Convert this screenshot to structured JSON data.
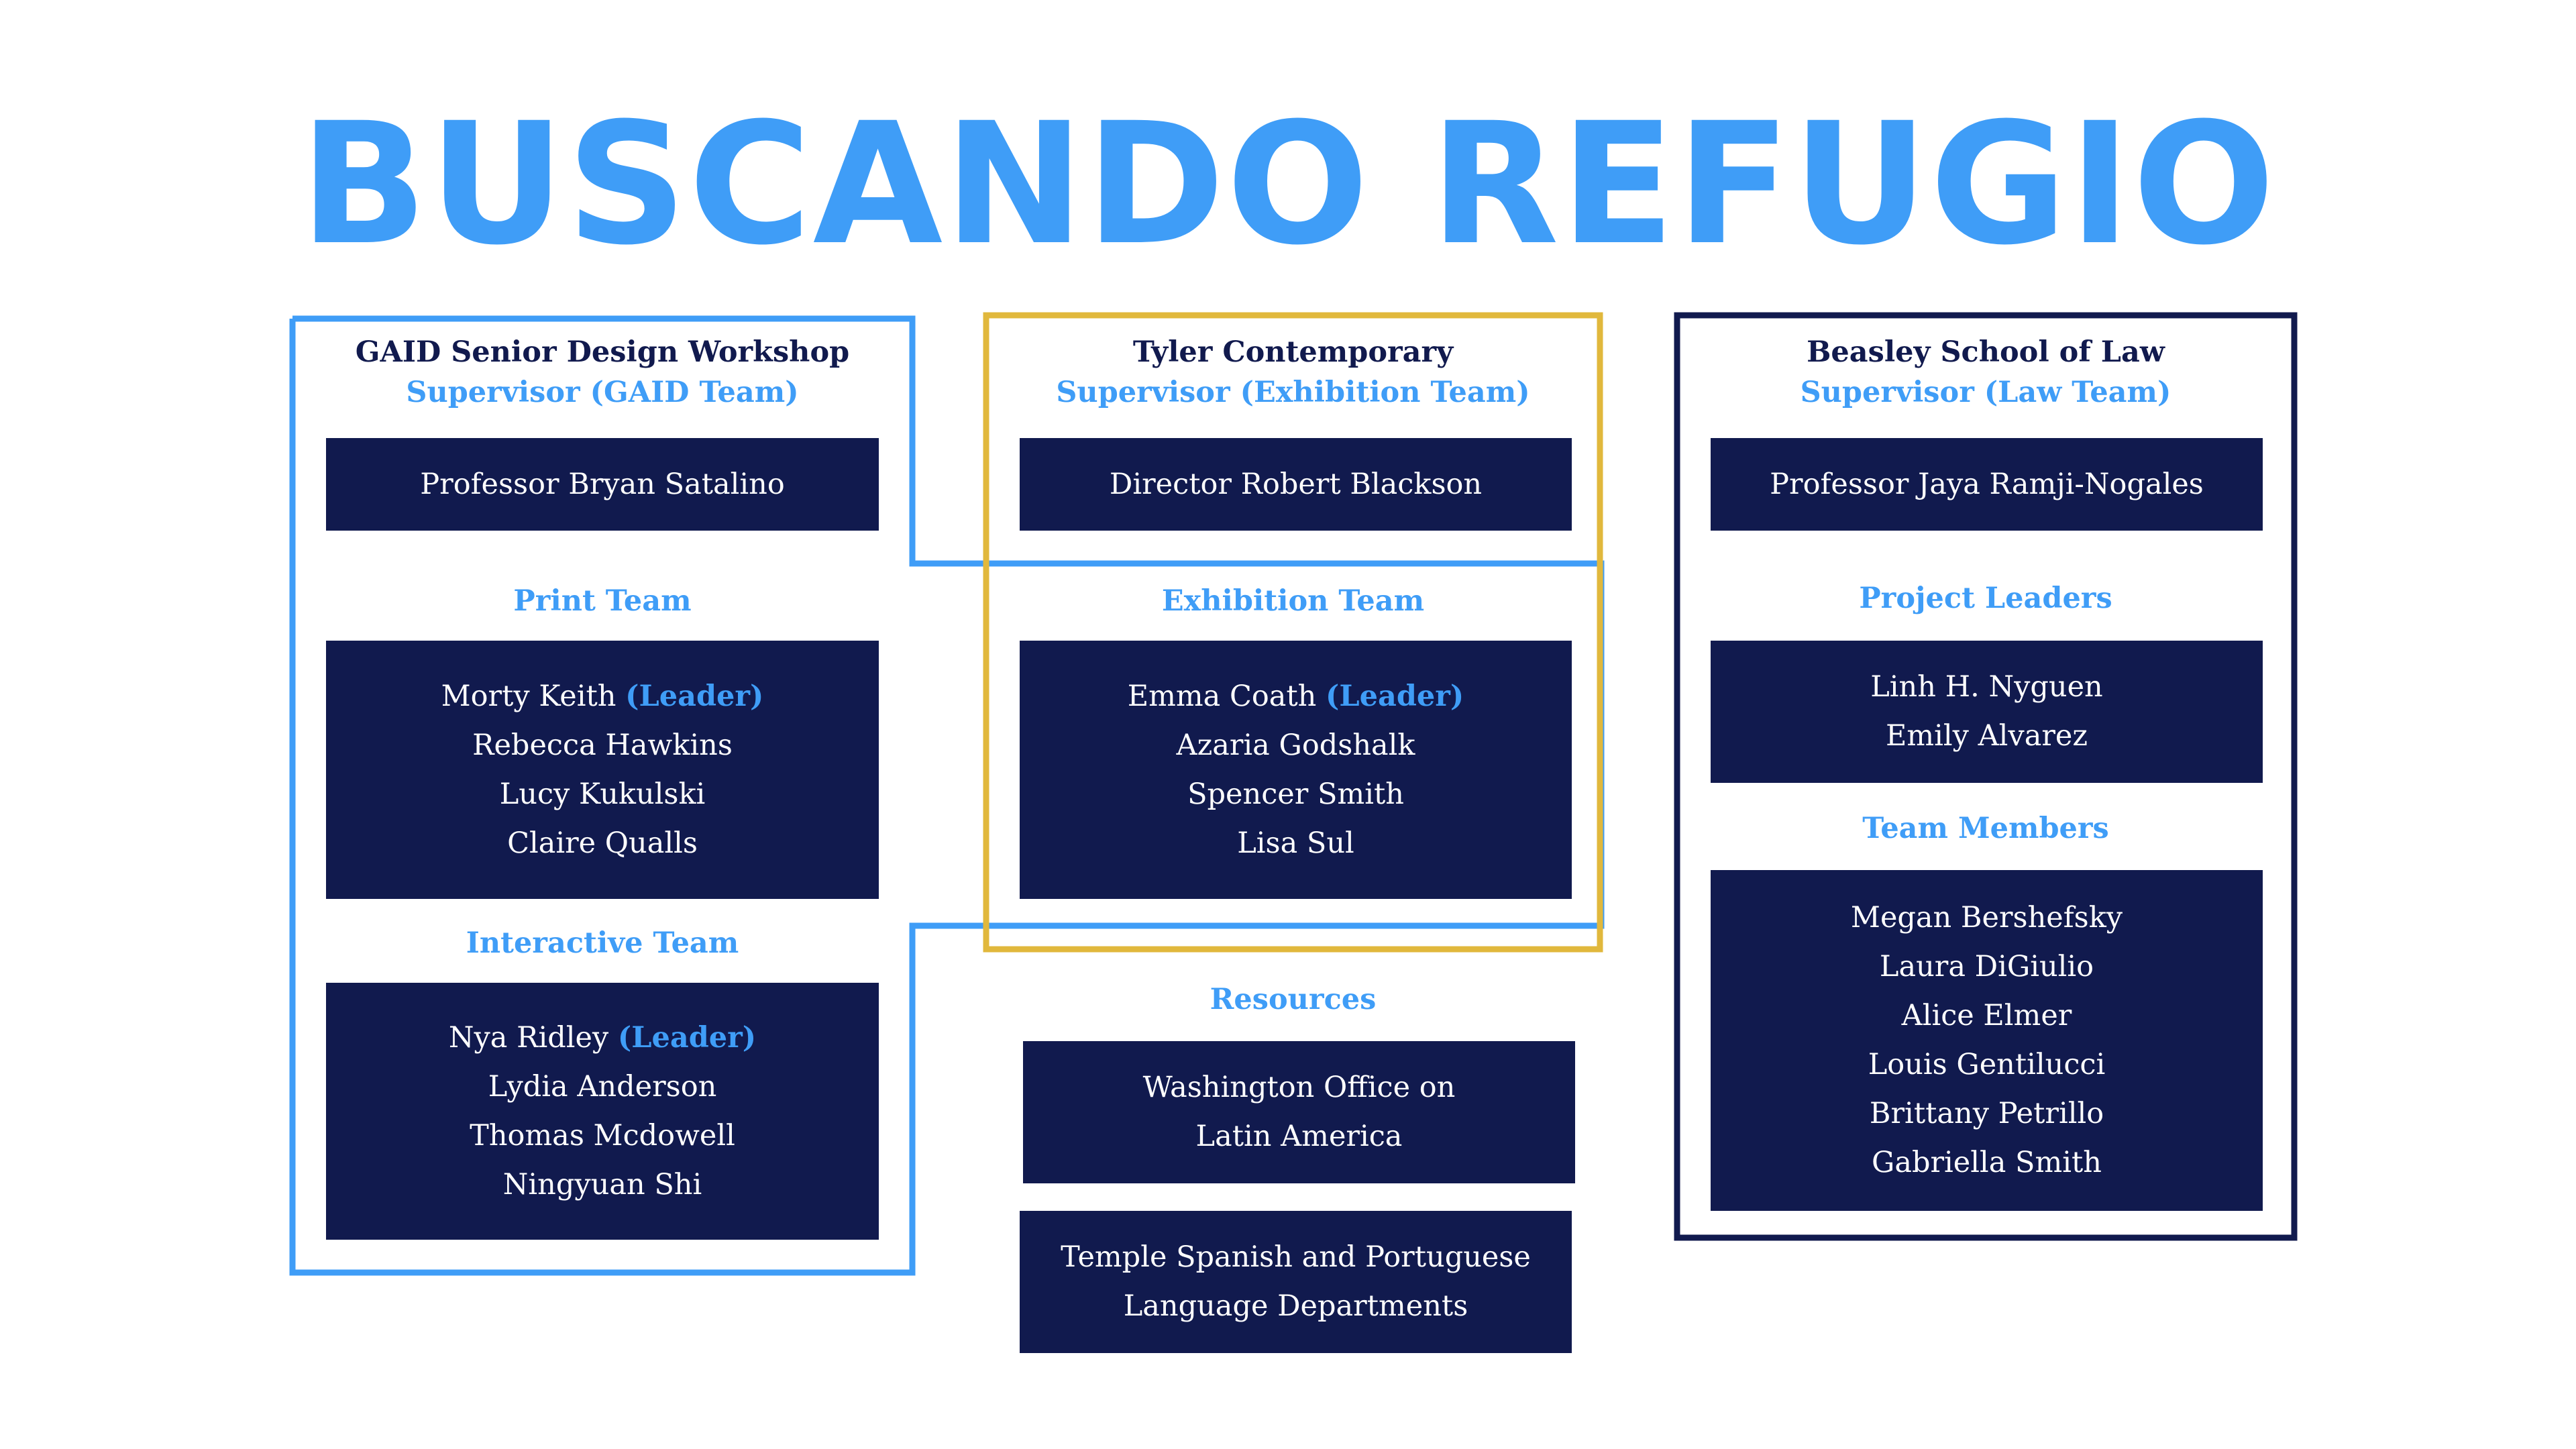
{
  "title": "BUSCANDO REFUGIO",
  "colors": {
    "primary_blue": "#3f9df7",
    "navy": "#111a4e",
    "gold": "#e1b83c"
  },
  "gaid": {
    "name": "GAID Senior Design Workshop",
    "supervisor_label": "Supervisor (GAID Team)",
    "supervisor": "Professor Bryan Satalino",
    "print_team": {
      "label": "Print Team",
      "leader": "Morty Keith",
      "leader_tag": "(Leader)",
      "members": [
        "Rebecca Hawkins",
        "Lucy Kukulski",
        "Claire Qualls"
      ]
    },
    "interactive_team": {
      "label": "Interactive Team",
      "leader": "Nya Ridley",
      "leader_tag": "(Leader)",
      "members": [
        "Lydia Anderson",
        "Thomas Mcdowell",
        "Ningyuan Shi"
      ]
    }
  },
  "tyler": {
    "name": "Tyler Contemporary",
    "supervisor_label": "Supervisor (Exhibition Team)",
    "supervisor": "Director Robert Blackson",
    "exhibition_team": {
      "label": "Exhibition Team",
      "leader": "Emma Coath",
      "leader_tag": "(Leader)",
      "members": [
        "Azaria Godshalk",
        "Spencer Smith",
        "Lisa Sul"
      ]
    },
    "resources": {
      "label": "Resources",
      "items": [
        [
          "Washington Office on",
          "Latin America"
        ],
        [
          "Temple Spanish and Portuguese",
          "Language Departments"
        ]
      ]
    }
  },
  "law": {
    "name": "Beasley School of Law",
    "supervisor_label": "Supervisor (Law Team)",
    "supervisor": "Professor Jaya Ramji-Nogales",
    "project_leaders": {
      "label": "Project Leaders",
      "members": [
        "Linh H. Nyguen",
        "Emily Alvarez"
      ]
    },
    "team_members": {
      "label": "Team Members",
      "members": [
        "Megan Bershefsky",
        "Laura DiGiulio",
        "Alice Elmer",
        "Louis Gentilucci",
        "Brittany Petrillo",
        "Gabriella Smith"
      ]
    }
  }
}
